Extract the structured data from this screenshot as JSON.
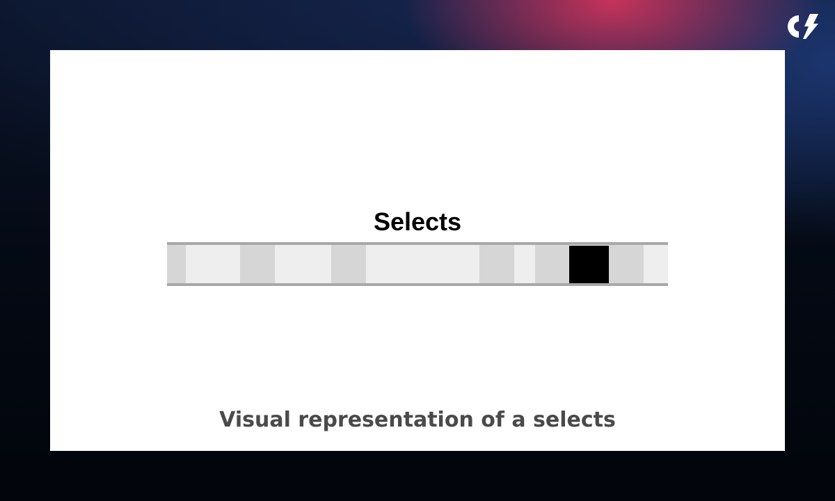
{
  "figure": {
    "title": "Selects",
    "caption": "Visual representation of a selects",
    "highlight_color": "#000000"
  },
  "segments": [
    {
      "shade": "mid"
    },
    {
      "shade": "light"
    },
    {
      "shade": "mid"
    },
    {
      "shade": "light"
    },
    {
      "shade": "mid"
    },
    {
      "shade": "light"
    },
    {
      "shade": "mid"
    },
    {
      "shade": "light"
    },
    {
      "shade": "mid"
    },
    {
      "shade": "selected"
    },
    {
      "shade": "mid"
    },
    {
      "shade": "light"
    },
    {
      "shade": "mid"
    },
    {
      "shade": "light"
    },
    {
      "shade": "mid"
    }
  ],
  "colors": {
    "light": "#eeeeee",
    "mid": "#d6d6d6",
    "selected": "#000000",
    "rail": "#a8a8a8"
  },
  "brand": {
    "logo_icon": "brand-logo-icon"
  }
}
